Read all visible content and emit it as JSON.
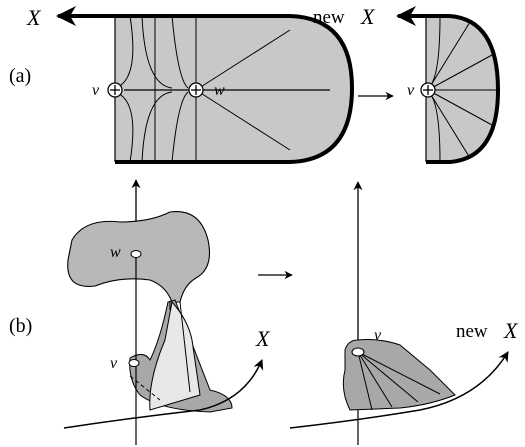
{
  "labels": {
    "panel_a": "(a)",
    "panel_b": "(b)",
    "x_top_left": "X",
    "new_x_top_prefix": "new",
    "new_x_top_var": "X",
    "v_top_left": "v",
    "w_top_left": "w",
    "v_top_right": "v",
    "w_bottom_left": "w",
    "v_bottom_left": "v",
    "x_bottom_left": "X",
    "v_bottom_right": "v",
    "new_x_bottom_prefix": "new",
    "new_x_bottom_var": "X"
  },
  "colors": {
    "fill_gray": "#c8c8c8",
    "fill_light": "#e8e8e8",
    "fill_dark": "#a8a8a8",
    "stroke": "#000000",
    "background": "#ffffff"
  }
}
